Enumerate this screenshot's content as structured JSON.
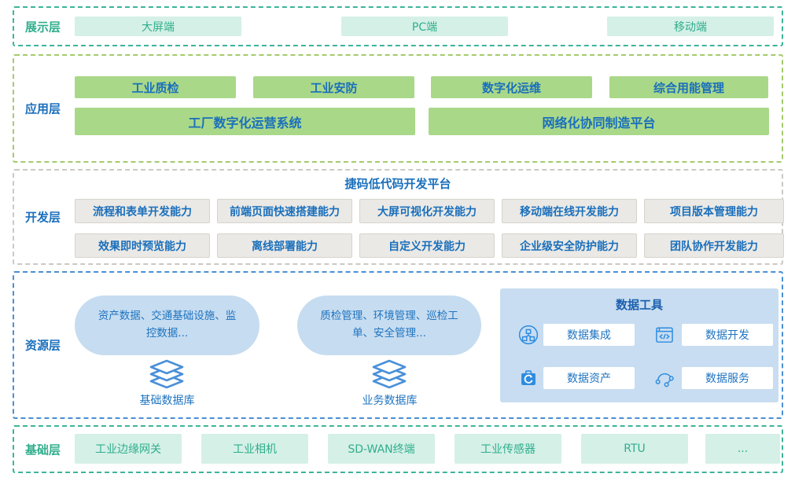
{
  "colors": {
    "teal_text": "#2fae8c",
    "teal_dashed_border": "#3db49a",
    "mint_box_bg": "#d5f0e7",
    "green_box_bg": "#a9d888",
    "olive_dashed_border": "#a4cb6b",
    "blue_text": "#1a6fbc",
    "gray_box_bg": "#ebe9e5",
    "gray_dashed_border": "#ccc9c4",
    "blue_dashed_border": "#4a8fd3",
    "cloud_bg": "#c6dcf0",
    "tools_panel_bg": "#c8ddf1",
    "icon_blue": "#2e8ce0",
    "tools_title_blue": "#1b5fae"
  },
  "layers": {
    "presentation": {
      "label": "展示层",
      "items": [
        "大屏端",
        "PC端",
        "移动端"
      ]
    },
    "application": {
      "label": "应用层",
      "row1": [
        "工业质检",
        "工业安防",
        "数字化运维",
        "综合用能管理"
      ],
      "row2": [
        "工厂数字化运营系统",
        "网络化协同制造平台"
      ]
    },
    "development": {
      "label": "开发层",
      "platform_title": "捷码低代码开发平台",
      "row1": [
        "流程和表单开发能力",
        "前端页面快速搭建能力",
        "大屏可视化开发能力",
        "移动端在线开发能力",
        "项目版本管理能力"
      ],
      "row2": [
        "效果即时预览能力",
        "离线部署能力",
        "自定义开发能力",
        "企业级安全防护能力",
        "团队协作开发能力"
      ]
    },
    "resource": {
      "label": "资源层",
      "data_groups": [
        {
          "text": "资产数据、交通基础设施、监控数据...",
          "database": "基础数据库"
        },
        {
          "text": "质检管理、环境管理、巡检工单、安全管理...",
          "database": "业务数据库"
        }
      ],
      "data_tools": {
        "title": "数据工具",
        "items": [
          {
            "label": "数据集成",
            "icon": "data-integration-icon"
          },
          {
            "label": "数据开发",
            "icon": "data-development-icon"
          },
          {
            "label": "数据资产",
            "icon": "data-asset-icon"
          },
          {
            "label": "数据服务",
            "icon": "data-service-icon"
          }
        ]
      }
    },
    "foundation": {
      "label": "基础层",
      "items": [
        "工业边缘网关",
        "工业相机",
        "SD-WAN终端",
        "工业传感器",
        "RTU",
        "..."
      ]
    }
  }
}
